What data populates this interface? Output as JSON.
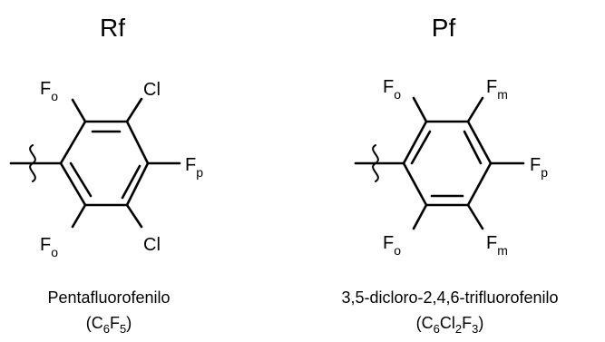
{
  "molecules": [
    {
      "title": "Rf",
      "substituents": {
        "top_left": {
          "main": "F",
          "sub": "o"
        },
        "top_right": {
          "main": "Cl",
          "sub": ""
        },
        "right": {
          "main": "F",
          "sub": "p"
        },
        "bottom_right": {
          "main": "Cl",
          "sub": ""
        },
        "bottom_left": {
          "main": "F",
          "sub": "o"
        }
      },
      "name": "Pentafluorofenilo",
      "formula": [
        {
          "t": "(C",
          "s": false
        },
        {
          "t": "6",
          "s": true
        },
        {
          "t": "F",
          "s": false
        },
        {
          "t": "5",
          "s": true
        },
        {
          "t": ")",
          "s": false
        }
      ]
    },
    {
      "title": "Pf",
      "substituents": {
        "top_left": {
          "main": "F",
          "sub": "o"
        },
        "top_right": {
          "main": "F",
          "sub": "m"
        },
        "right": {
          "main": "F",
          "sub": "p"
        },
        "bottom_right": {
          "main": "F",
          "sub": "m"
        },
        "bottom_left": {
          "main": "F",
          "sub": "o"
        }
      },
      "name": "3,5-dicloro-2,4,6-trifluorofenilo",
      "formula": [
        {
          "t": "(C",
          "s": false
        },
        {
          "t": "6",
          "s": true
        },
        {
          "t": "Cl",
          "s": false
        },
        {
          "t": "2",
          "s": true
        },
        {
          "t": "F",
          "s": false
        },
        {
          "t": "3",
          "s": true
        },
        {
          "t": ")",
          "s": false
        }
      ]
    }
  ]
}
